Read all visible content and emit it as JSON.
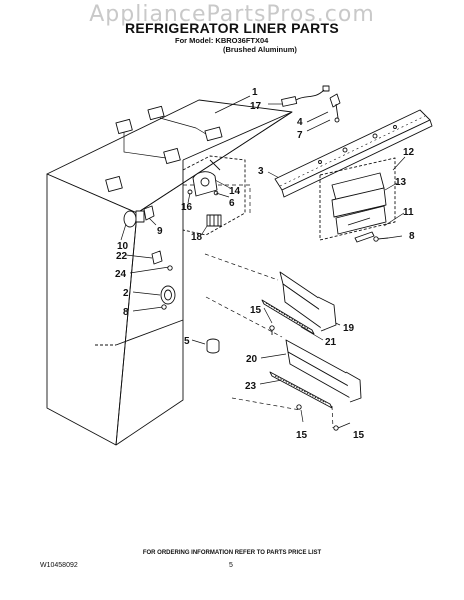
{
  "watermark": "AppliancePartsPros.com",
  "title": "REFRIGERATOR LINER PARTS",
  "model_line": "For Model: KBRO36FTX04",
  "variant_line": "(Brushed Aluminum)",
  "footer_note": "FOR ORDERING INFORMATION REFER TO PARTS PRICE LIST",
  "doc_number": "W10458092",
  "page_number": "5",
  "callouts": [
    "1",
    "17",
    "4",
    "7",
    "3",
    "12",
    "13",
    "11",
    "8",
    "14",
    "6",
    "16",
    "9",
    "10",
    "22",
    "24",
    "18",
    "2",
    "8",
    "15",
    "19",
    "21",
    "5",
    "20",
    "23",
    "15",
    "15"
  ]
}
